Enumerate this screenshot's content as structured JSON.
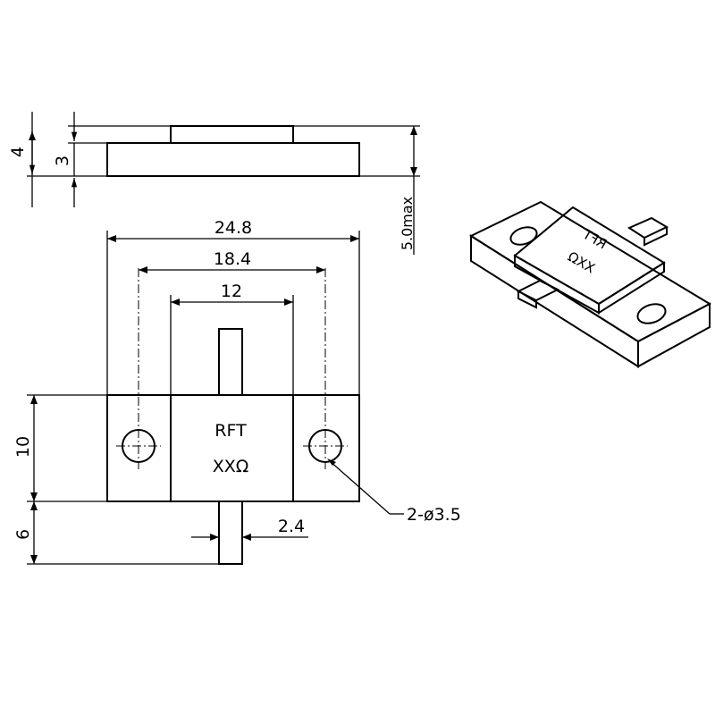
{
  "labels": {
    "side_height_total": "4",
    "side_height_base": "3",
    "max_height": "5.0max",
    "width_overall": "24.8",
    "hole_spacing": "18.4",
    "body_width": "12",
    "flange_height": "10",
    "lead_length": "6",
    "lead_width": "2.4",
    "hole_callout": "2-ø3.5",
    "marking_line1": "RFT",
    "marking_line2": "XXΩ",
    "iso_marking_line1": "RFT",
    "iso_marking_line2": "XXΩ"
  }
}
